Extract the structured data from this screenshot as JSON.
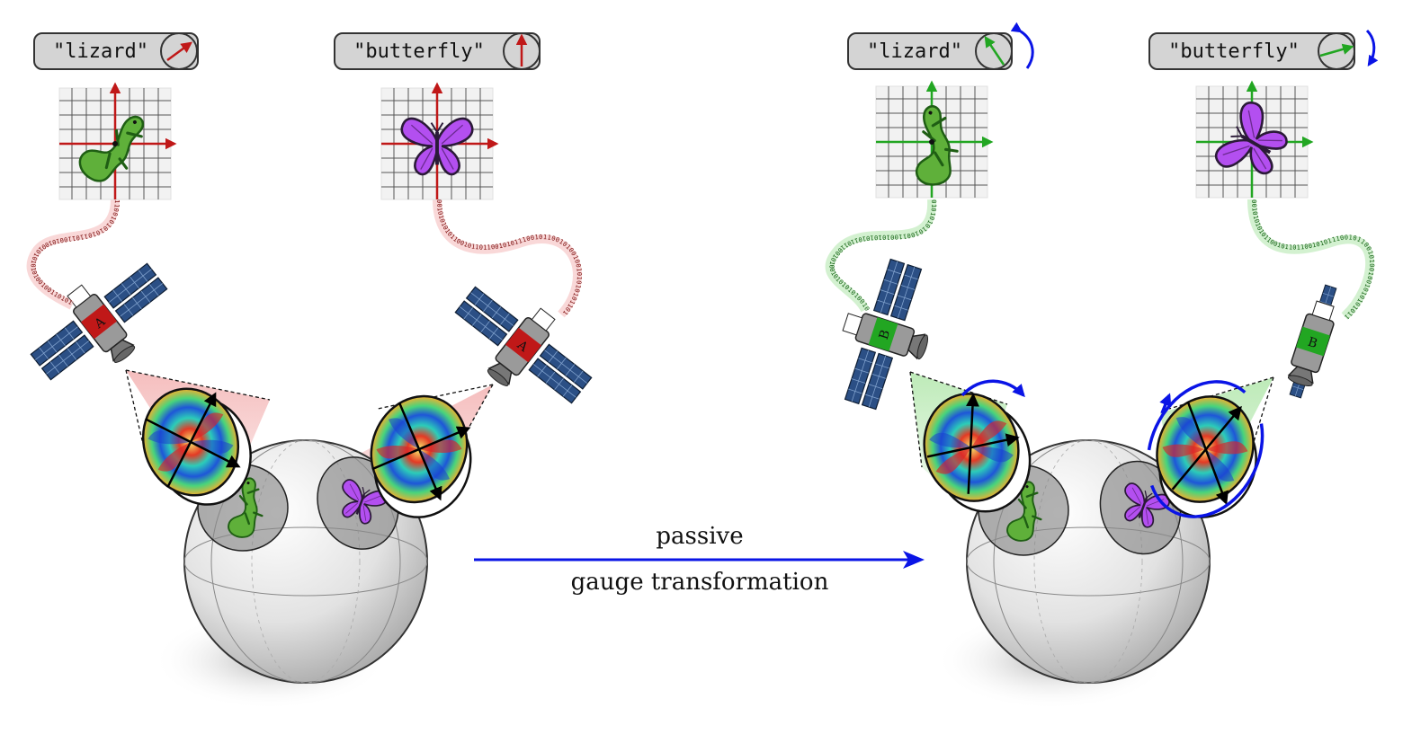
{
  "colors": {
    "red": "#c01818",
    "green": "#22a622",
    "blue": "#0a14e6",
    "label_fill": "#d4d4d4",
    "outline": "#333333",
    "panel": "#2b4f85"
  },
  "icons": [
    "lizard-icon",
    "butterfly-icon",
    "satellite-icon",
    "sphere-icon",
    "grid-frame-icon",
    "orientation-dial-icon",
    "feature-field-icon"
  ],
  "left_frame": {
    "labels": [
      "\"lizard\"",
      "\"butterfly\""
    ],
    "satellite_labels": [
      "A",
      "A"
    ],
    "bitstreams": [
      "1100101010101101100101001010101010010011010110101010011",
      "00101010101100101101100101011100101100101001001010101011010010101"
    ]
  },
  "right_frame": {
    "labels": [
      "\"lizard\"",
      "\"butterfly\""
    ],
    "satellite_labels": [
      "B",
      "B"
    ],
    "bitstreams": [
      "0101010101001100101010101101100101001010101010010011",
      "0010101010110010110110010101110010110010100100101010101101"
    ]
  },
  "transition": {
    "top_label": "passive",
    "bottom_label": "gauge transformation"
  }
}
